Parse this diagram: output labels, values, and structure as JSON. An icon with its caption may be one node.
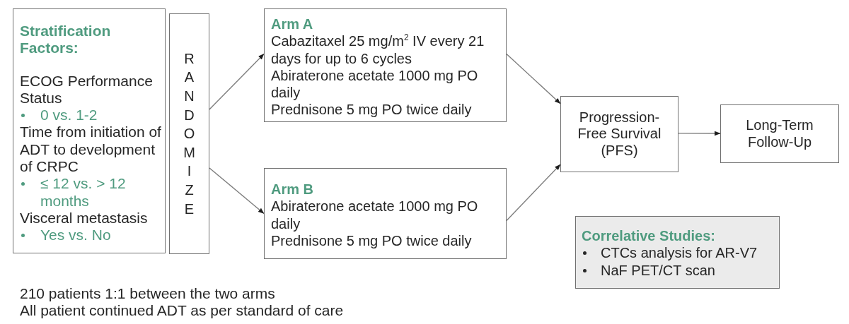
{
  "diagram": {
    "nodes": [
      {
        "text": [
          "Stratification Factors:",
          "ECOG Performance Status",
          "0 vs. 1-2",
          "Time from initiation of ADT to development of CRPC",
          "≤ 12 vs. > 12 months",
          "Visceral metastasis",
          "Yes vs. No"
        ]
      },
      {
        "text": [
          "RANDOMIZE"
        ]
      },
      {
        "text": [
          "Arm A",
          "Cabazitaxel 25 mg/m$^{2}$ IV every 21 days for up to 6 cycles",
          "Abiraterone acetate 1000 mg PO daily",
          "Prednisone 5 mg PO twice daily"
        ]
      },
      {
        "text": [
          "Arm B",
          "Abiraterone acetate 1000 mg PO daily",
          "Prednisone 5 mg PO twice daily"
        ]
      },
      {
        "text": [
          "Progression-Free Survival (PFS)"
        ]
      },
      {
        "text": [
          "Long-Term Follow-Up"
        ]
      },
      {
        "text": [
          "Correlative Studies:",
          "CTCs analysis for AR-V7",
          "NaF PET/CT scan"
        ]
      }
    ],
    "edges": [
      {
        "from": 1,
        "to": 2,
        "arrow": "to"
      },
      {
        "from": 1,
        "to": 3,
        "arrow": "to"
      },
      {
        "from": 2,
        "to": 4,
        "arrow": "to"
      },
      {
        "from": 3,
        "to": 4,
        "arrow": "to"
      },
      {
        "from": 4,
        "to": 5,
        "arrow": "to"
      }
    ],
    "labels": [
      "210 patients 1:1 between the two arms",
      "All patient continued ADT as per standard of care"
    ]
  }
}
